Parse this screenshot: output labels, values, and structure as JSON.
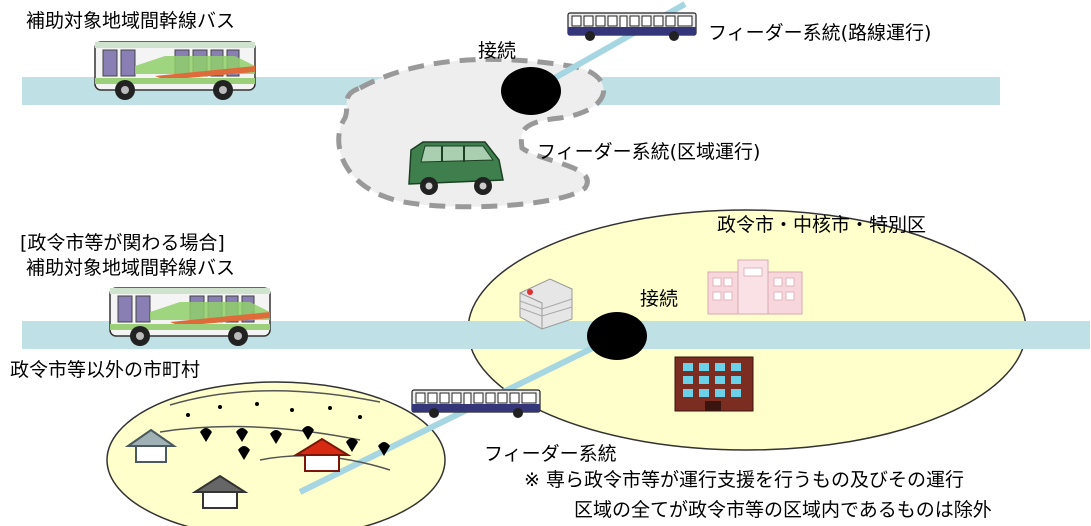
{
  "top": {
    "trunk_bus_label": "補助対象地域間幹線バス",
    "feeder_route_label": "フィーダー系統(路線運行)",
    "connection_label": "接続",
    "feeder_area_label": "フィーダー系統(区域運行)"
  },
  "bottom": {
    "case_label": "[政令市等が関わる場合]",
    "trunk_bus_label": "補助対象地域間幹線バス",
    "city_label": "政令市・中核市・特別区",
    "connection_label": "接続",
    "other_municipality_label": "政令市等以外の市町村",
    "feeder_label": "フィーダー系統",
    "note_line1": "※ 専ら政令市等が運行支援を行うもの及びその運行",
    "note_line2": "区域の全てが政令市等の区域内であるものは除外"
  },
  "colors": {
    "trunk_line": "#bfe0e4",
    "feeder_line": "#a6d6e2",
    "city_area_fill": "#ffffcc",
    "area_dash": "#999999",
    "node": "#000000"
  },
  "icons": [
    "trunk-bus-icon",
    "feeder-bus-icon",
    "van-icon",
    "hospital-icon",
    "office-building-icon",
    "apartment-icon",
    "house-icon"
  ]
}
